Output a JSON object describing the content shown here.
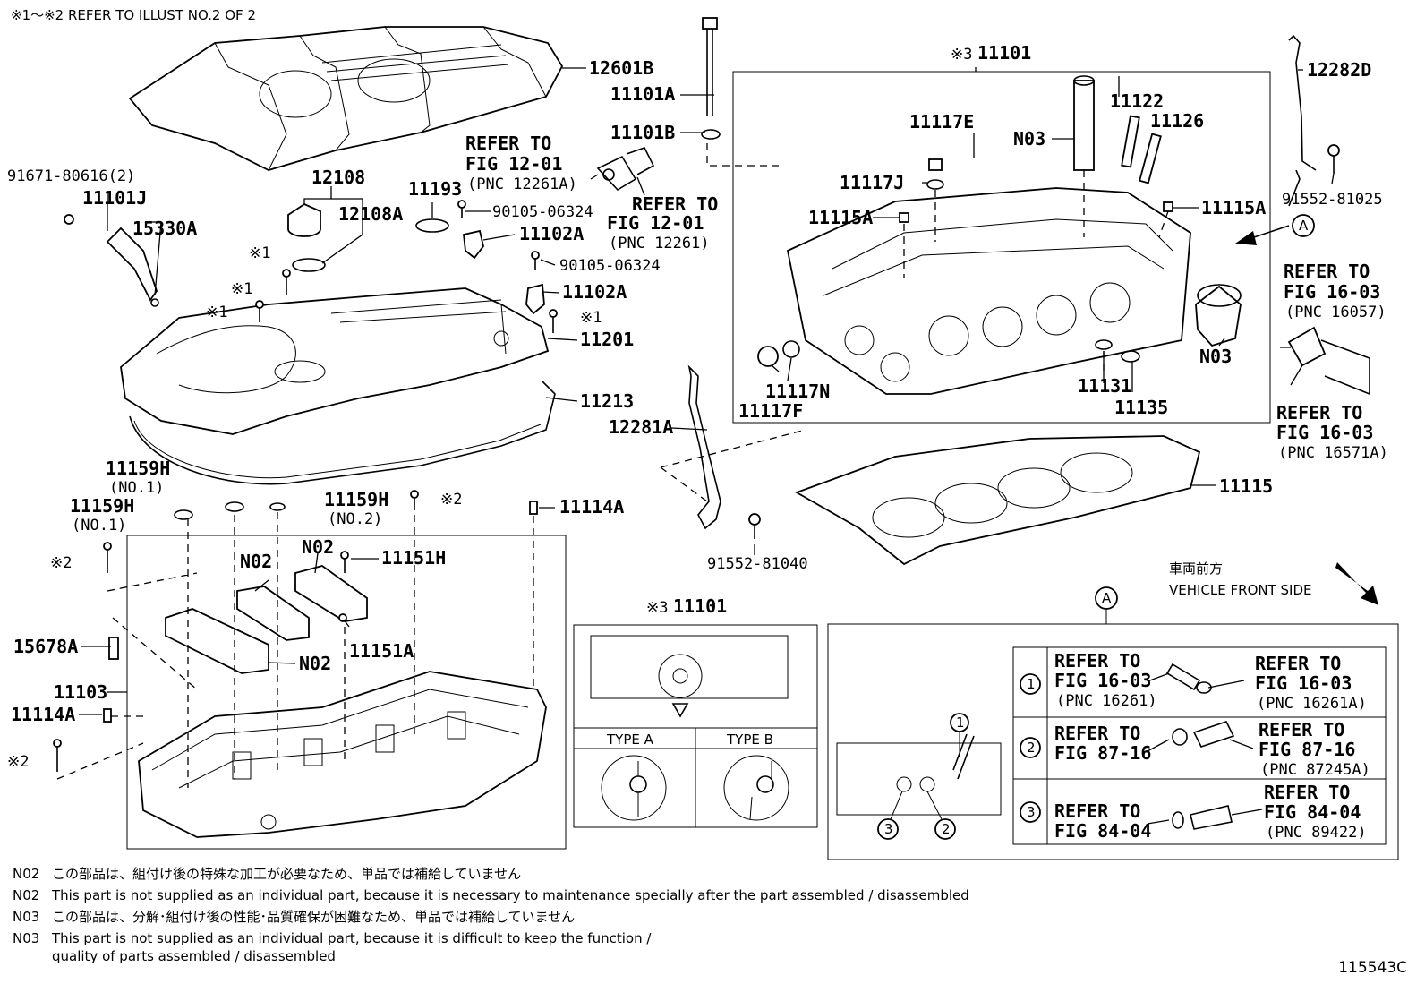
{
  "header_note": "※1～※2  REFER TO ILLUST NO.2 OF 2",
  "figure_id": "115543C",
  "parts": {
    "p12601B": "12601B",
    "p11101A": "11101A",
    "p11101B": "11101B",
    "p91671": "91671-80616(2)",
    "p11101J": "11101J",
    "p15330A": "15330A",
    "p12108": "12108",
    "p12108A": "12108A",
    "p11193": "11193",
    "p90105a": "90105-06324",
    "p90105b": "90105-06324",
    "p11102A_a": "11102A",
    "p11102A_b": "11102A",
    "p11201": "11201",
    "p11213": "11213",
    "p11159H_1": "11159H",
    "p11159H_1_sub": "(NO.1)",
    "p11159H_2": "11159H",
    "p11159H_2_sub": "(NO.1)",
    "p11159H_3": "11159H",
    "p11159H_3_sub": "(NO.2)",
    "p11114A_a": "11114A",
    "p11114A_b": "11114A",
    "pN02_a": "N02",
    "pN02_b": "N02",
    "pN02_c": "N02",
    "p11151H": "11151H",
    "p11151A": "11151A",
    "p15678A": "15678A",
    "p11103": "11103",
    "p11101_main": "11101",
    "p11101_inset": "11101",
    "p12282D": "12282D",
    "p11122": "11122",
    "p11126": "11126",
    "p11117E": "11117E",
    "pN03_a": "N03",
    "pN03_b": "N03",
    "p11117J": "11117J",
    "p11115A_a": "11115A",
    "p11115A_b": "11115A",
    "p91552_81025": "91552-81025",
    "p11117N": "11117N",
    "p11117F": "11117F",
    "p11131": "11131",
    "p11135": "11135",
    "p12281A": "12281A",
    "p11115": "11115",
    "p91552_81040": "91552-81040"
  },
  "marks": {
    "m1": "※1",
    "m2": "※2",
    "m3": "※3"
  },
  "refers": {
    "r1201": [
      "REFER TO",
      "FIG 12-01",
      "(PNC 12261A)"
    ],
    "r1201b": [
      "REFER TO",
      "FIG 12-01",
      "(PNC 12261)"
    ],
    "r1603a": [
      "REFER TO",
      "FIG 16-03",
      "(PNC 16057)"
    ],
    "r1603b": [
      "REFER TO",
      "FIG 16-03",
      "(PNC 16571A)"
    ]
  },
  "front_side": {
    "jp": "車両前方",
    "en": "VEHICLE FRONT SIDE"
  },
  "view_label": "A",
  "type_labels": [
    "TYPE A",
    "TYPE B"
  ],
  "detail_table": [
    {
      "num": "1",
      "left": [
        "REFER TO",
        "FIG 16-03",
        "(PNC 16261)"
      ],
      "right": [
        "REFER TO",
        "FIG 16-03",
        "(PNC 16261A)"
      ]
    },
    {
      "num": "2",
      "left": [
        "REFER TO",
        "FIG 87-16",
        ""
      ],
      "right": [
        "REFER TO",
        "FIG 87-16",
        "(PNC 87245A)"
      ]
    },
    {
      "num": "3",
      "left": [
        "REFER TO",
        "FIG 84-04",
        ""
      ],
      "right": [
        "REFER TO",
        "FIG 84-04",
        "(PNC 89422)"
      ]
    }
  ],
  "footnotes": [
    {
      "code": "N02",
      "text": "この部品は、組付け後の特殊な加工が必要なため、単品では補給していません"
    },
    {
      "code": "N02",
      "text": "This part is not supplied as an individual part, because it is necessary to maintenance specially after the part assembled / disassembled"
    },
    {
      "code": "N03",
      "text": "この部品は、分解･組付け後の性能･品質確保が困難なため、単品では補給していません"
    },
    {
      "code": "N03",
      "text": "This part is not supplied as an individual part, because it is difficult to keep the function /"
    },
    {
      "code": "",
      "text": "quality of parts  assembled / disassembled"
    }
  ]
}
